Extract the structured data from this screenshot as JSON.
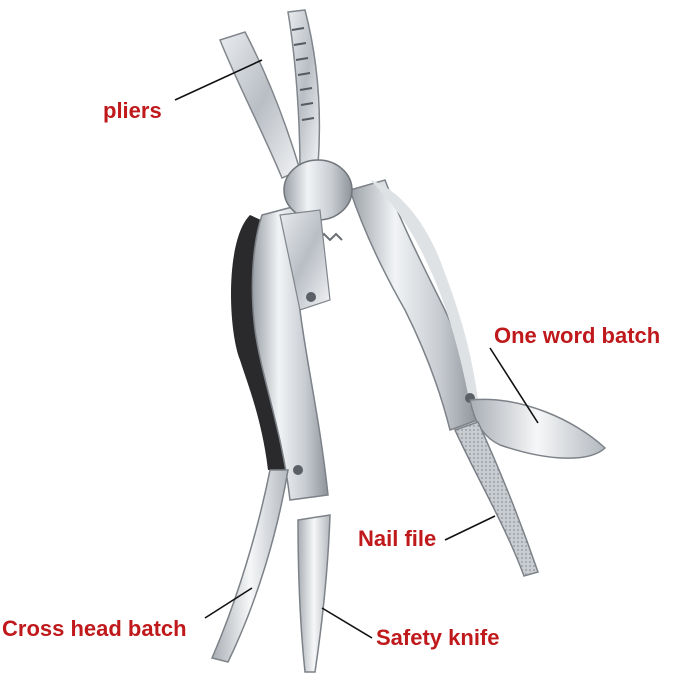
{
  "labels": {
    "pliers": "pliers",
    "one_word_batch": "One word batch",
    "nail_file": "Nail file",
    "cross_head_batch": "Cross head batch",
    "safety_knife": "Safety knife"
  },
  "colors": {
    "label_text": "#c0191c",
    "leader_line": "#111111",
    "steel_light": "#eef0f2",
    "steel_mid": "#c6cacf",
    "steel_dark": "#8b9096",
    "handle_black": "#2a2a2c",
    "background": "#ffffff"
  }
}
